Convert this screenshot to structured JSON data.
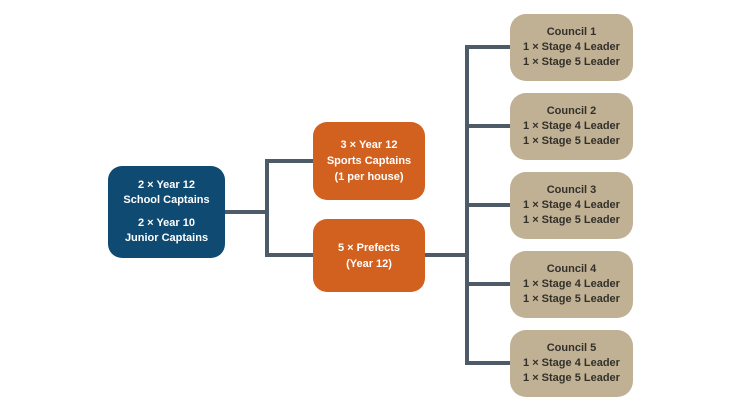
{
  "colors": {
    "background": "#ffffff",
    "blue_node": "#0e4a71",
    "orange_node": "#d2611f",
    "tan_node": "#c0b195",
    "connector": "#4d5a68",
    "light_text": "#ffffff",
    "dark_text": "#33302a"
  },
  "nodes": {
    "root": {
      "group1": [
        "2 × Year 12",
        "School Captains"
      ],
      "group2": [
        "2 × Year 10",
        "Junior Captains"
      ]
    },
    "sports": [
      "3 × Year 12",
      "Sports Captains",
      "(1 per house)"
    ],
    "prefects": [
      "5 × Prefects",
      "(Year 12)"
    ],
    "councils": [
      {
        "title": "Council 1",
        "lines": [
          "1 × Stage 4 Leader",
          "1 × Stage 5 Leader"
        ]
      },
      {
        "title": "Council 2",
        "lines": [
          "1 × Stage 4 Leader",
          "1 × Stage 5 Leader"
        ]
      },
      {
        "title": "Council 3",
        "lines": [
          "1 × Stage 4 Leader",
          "1 × Stage 5 Leader"
        ]
      },
      {
        "title": "Council 4",
        "lines": [
          "1 × Stage 4 Leader",
          "1 × Stage 5 Leader"
        ]
      },
      {
        "title": "Council 5",
        "lines": [
          "1 × Stage 4 Leader",
          "1 × Stage 5 Leader"
        ]
      }
    ]
  }
}
